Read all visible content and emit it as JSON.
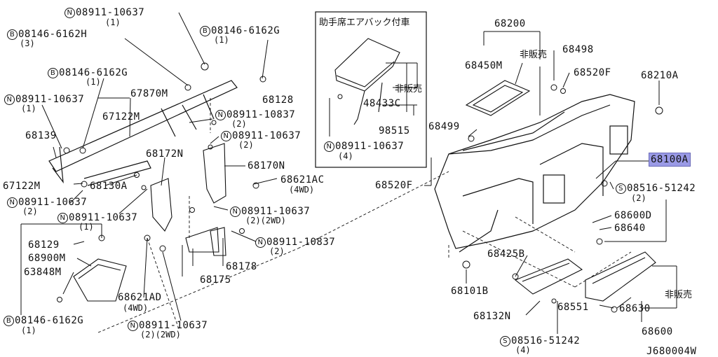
{
  "diagram_id": "J680004W",
  "inset": {
    "title": "助手席エアバック付車",
    "not_for_sale": "非販売"
  },
  "not_for_sale": "非販売",
  "highlight_color": "#9a9ae6",
  "parts": {
    "p_n_0891110637_a": {
      "sym": "N",
      "code": "08911-10637",
      "qty": "(1)"
    },
    "p_b_081466162h": {
      "sym": "B",
      "code": "08146-6162H",
      "qty": "(3)"
    },
    "p_b_081466162g_a": {
      "sym": "B",
      "code": "08146-6162G",
      "qty": "(1)"
    },
    "p_n_0891110637_b": {
      "sym": "N",
      "code": "08911-10637",
      "qty": "(1)"
    },
    "p_67870m": {
      "code": "67870M"
    },
    "p_67122m_a": {
      "code": "67122M"
    },
    "p_68139": {
      "code": "68139"
    },
    "p_67122m_b": {
      "code": "67122M"
    },
    "p_68130a": {
      "code": "68130A"
    },
    "p_n_0891110637_c": {
      "sym": "N",
      "code": "08911-10637",
      "qty": "(2)"
    },
    "p_n_0891110637_d": {
      "sym": "N",
      "code": "08911-10637",
      "qty": "(1)"
    },
    "p_68172n": {
      "code": "68172N"
    },
    "p_n_0891110837_a": {
      "sym": "N",
      "code": "08911-10837",
      "qty": "(2)"
    },
    "p_n_0891110637_e": {
      "sym": "N",
      "code": "08911-10637",
      "qty": "(2)"
    },
    "p_68170n": {
      "code": "68170N"
    },
    "p_68621ac": {
      "code": "68621AC",
      "qty": "(4WD)"
    },
    "p_n_0891110637_f": {
      "sym": "N",
      "code": "08911-10637",
      "qty": "(2)(2WD)"
    },
    "p_n_0891110837_b": {
      "sym": "N",
      "code": "08911-10837",
      "qty": "(2)"
    },
    "p_68178": {
      "code": "68178"
    },
    "p_68175": {
      "code": "68175"
    },
    "p_b_081466162g_b": {
      "sym": "B",
      "code": "08146-6162G",
      "qty": "(1)"
    },
    "p_68128": {
      "code": "68128"
    },
    "p_48433c": {
      "code": "48433C"
    },
    "p_98515": {
      "code": "98515"
    },
    "p_n_0891110637_g": {
      "sym": "N",
      "code": "08911-10637",
      "qty": "(4)"
    },
    "p_68129": {
      "code": "68129"
    },
    "p_68900m": {
      "code": "68900M"
    },
    "p_63848m": {
      "code": "63848M"
    },
    "p_b_081466162g_c": {
      "sym": "B",
      "code": "08146-6162G",
      "qty": "(1)"
    },
    "p_68621ad": {
      "code": "68621AD",
      "qty": "(4WD)"
    },
    "p_n_0891110637_h": {
      "sym": "N",
      "code": "08911-10637",
      "qty": "(2)(2WD)"
    },
    "p_68200": {
      "code": "68200"
    },
    "p_68450m": {
      "code": "68450M"
    },
    "p_68498": {
      "code": "68498"
    },
    "p_68520f_a": {
      "code": "68520F"
    },
    "p_68210a": {
      "code": "68210A"
    },
    "p_68499": {
      "code": "68499"
    },
    "p_68100a": {
      "code": "68100A"
    },
    "p_68520f_b": {
      "code": "68520F"
    },
    "p_s_0851651242_a": {
      "sym": "S",
      "code": "08516-51242",
      "qty": "(2)"
    },
    "p_68600d": {
      "code": "68600D"
    },
    "p_68640": {
      "code": "68640"
    },
    "p_68425b": {
      "code": "68425B"
    },
    "p_68101b": {
      "code": "68101B"
    },
    "p_68132n": {
      "code": "68132N"
    },
    "p_68551": {
      "code": "68551"
    },
    "p_68630": {
      "code": "68630"
    },
    "p_68600": {
      "code": "68600"
    },
    "p_s_0851651242_b": {
      "sym": "S",
      "code": "08516-51242",
      "qty": "(4)"
    }
  }
}
